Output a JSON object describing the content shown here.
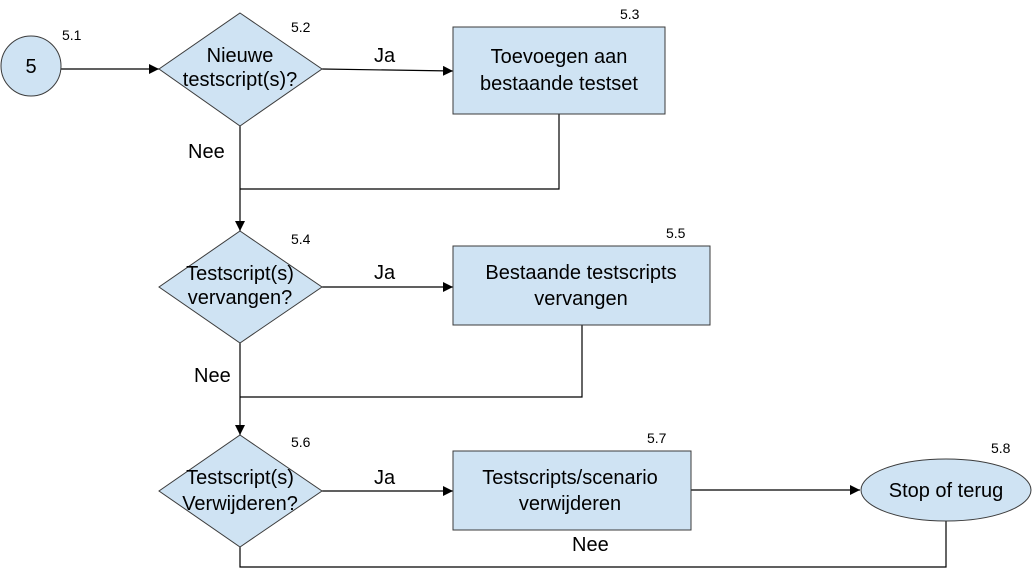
{
  "nodes": {
    "start": {
      "id": "5.1",
      "label": [
        "5"
      ]
    },
    "q_new": {
      "id": "5.2",
      "label": [
        "Nieuwe",
        "testscript(s)?"
      ]
    },
    "add": {
      "id": "5.3",
      "label": [
        "Toevoegen aan",
        "bestaande testset"
      ]
    },
    "q_replace": {
      "id": "5.4",
      "label": [
        "Testscript(s)",
        "vervangen?"
      ]
    },
    "replace": {
      "id": "5.5",
      "label": [
        "Bestaande testscripts",
        "vervangen"
      ]
    },
    "q_delete": {
      "id": "5.6",
      "label": [
        "Testscript(s)",
        "Verwijderen?"
      ]
    },
    "delete": {
      "id": "5.7",
      "label": [
        "Testscripts/scenario",
        "verwijderen"
      ]
    },
    "end": {
      "id": "5.8",
      "label": [
        "Stop of terug"
      ]
    }
  },
  "edges": {
    "new_yes": "Ja",
    "new_no": "Nee",
    "replace_yes": "Ja",
    "replace_no": "Nee",
    "delete_yes": "Ja",
    "delete_no": "Nee"
  },
  "colors": {
    "shape_fill": "#cfe3f3",
    "stroke": "#3b3b3b"
  }
}
